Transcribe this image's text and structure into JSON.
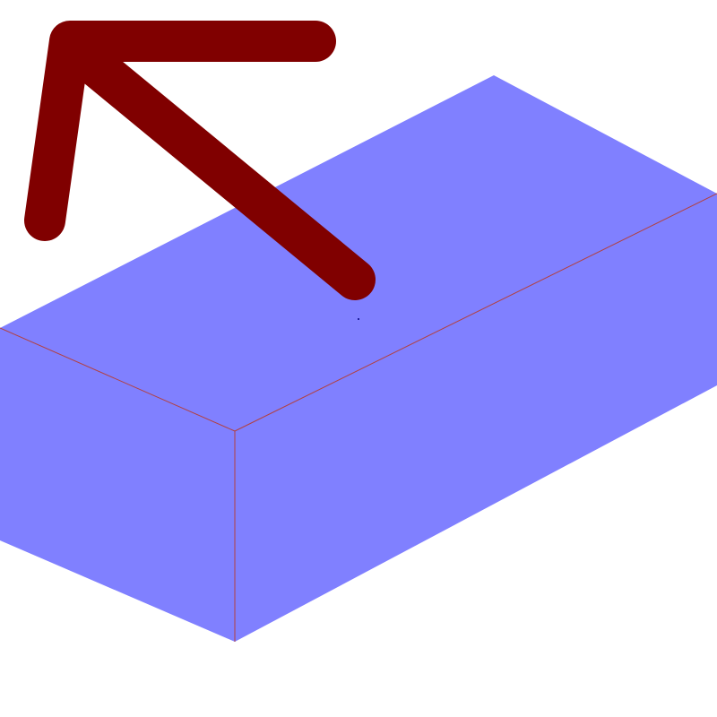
{
  "scene": {
    "background_color": "#ffffff",
    "box": {
      "face_color": "#8080ff",
      "edge_color": "#b24040",
      "faces": [
        "top-face",
        "front-left-face",
        "front-right-face"
      ]
    },
    "arrow": {
      "icon": "arrow-up-left-icon",
      "direction": "up-left",
      "color": "#800000"
    }
  }
}
